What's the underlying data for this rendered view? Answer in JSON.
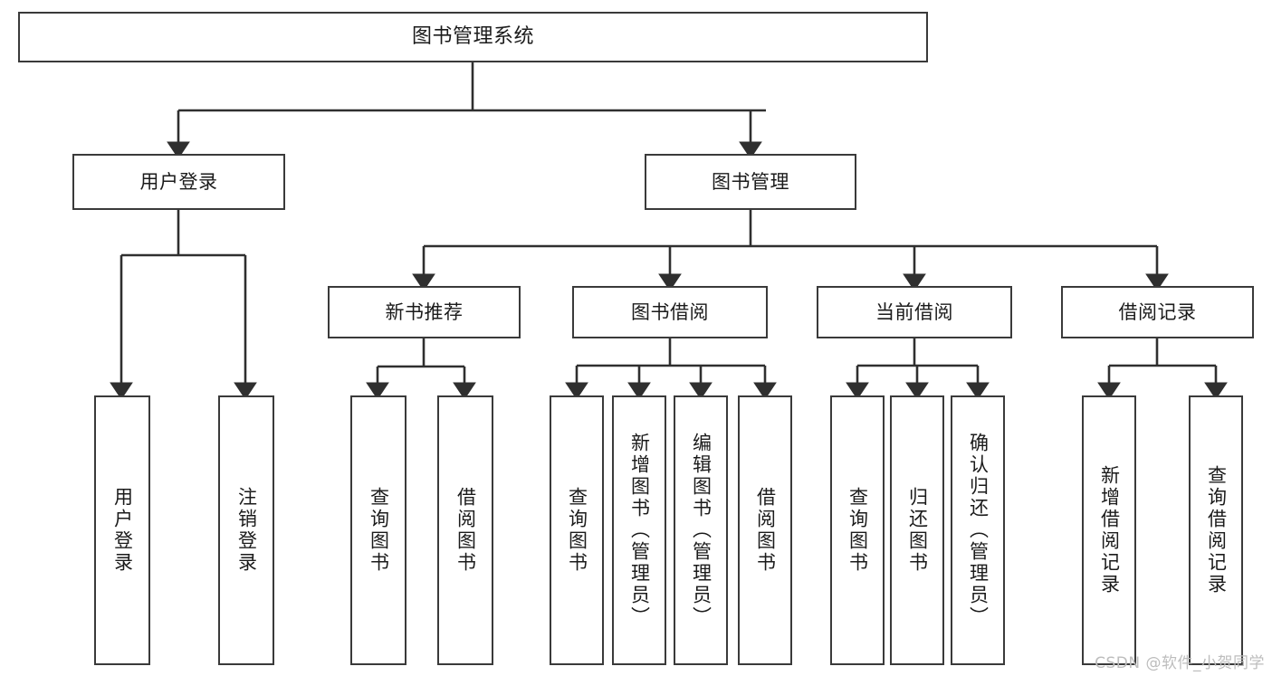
{
  "diagram": {
    "type": "tree",
    "title": "图书管理系统",
    "colors": {
      "box_border": "#3a3a3a",
      "box_fill": "#ffffff",
      "connector": "#2f2f2f",
      "text": "#1b1b1b",
      "watermark": "#bdbdbd",
      "background": "#ffffff"
    },
    "levels": {
      "root": "图书管理系统",
      "level2": [
        "用户登录",
        "图书管理"
      ],
      "level3": [
        "新书推荐",
        "图书借阅",
        "当前借阅",
        "借阅记录"
      ],
      "leaves": [
        "用户登录",
        "注销登录",
        "查询图书",
        "借阅图书",
        "查询图书",
        "新增图书（管理员）",
        "编辑图书（管理员）",
        "借阅图书",
        "查询图书",
        "归还图书",
        "确认归还（管理员）",
        "新增借阅记录",
        "查询借阅记录"
      ]
    },
    "nodes": {
      "root": {
        "label": "图书管理系统"
      },
      "user_login": {
        "label": "用户登录"
      },
      "book_mgmt": {
        "label": "图书管理"
      },
      "new_book_rec": {
        "label": "新书推荐"
      },
      "book_borrow": {
        "label": "图书借阅"
      },
      "current_borrow": {
        "label": "当前借阅"
      },
      "borrow_record": {
        "label": "借阅记录"
      },
      "leaf_user_login": {
        "label": "用户登录"
      },
      "leaf_logout": {
        "label": "注销登录"
      },
      "leaf_query_book_1": {
        "label": "查询图书"
      },
      "leaf_borrow_book_1": {
        "label": "借阅图书"
      },
      "leaf_query_book_2": {
        "label": "查询图书"
      },
      "leaf_add_book": {
        "label": "新增图书（管理员）"
      },
      "leaf_edit_book": {
        "label": "编辑图书（管理员）"
      },
      "leaf_borrow_book_2": {
        "label": "借阅图书"
      },
      "leaf_query_book_3": {
        "label": "查询图书"
      },
      "leaf_return_book": {
        "label": "归还图书"
      },
      "leaf_confirm_return": {
        "label": "确认归还（管理员）"
      },
      "leaf_add_record": {
        "label": "新增借阅记录"
      },
      "leaf_query_record": {
        "label": "查询借阅记录"
      }
    },
    "edges": [
      {
        "from": "root",
        "to": "user_login"
      },
      {
        "from": "root",
        "to": "book_mgmt"
      },
      {
        "from": "user_login",
        "to": "leaf_user_login"
      },
      {
        "from": "user_login",
        "to": "leaf_logout"
      },
      {
        "from": "book_mgmt",
        "to": "new_book_rec"
      },
      {
        "from": "book_mgmt",
        "to": "book_borrow"
      },
      {
        "from": "book_mgmt",
        "to": "current_borrow"
      },
      {
        "from": "book_mgmt",
        "to": "borrow_record"
      },
      {
        "from": "new_book_rec",
        "to": "leaf_query_book_1"
      },
      {
        "from": "new_book_rec",
        "to": "leaf_borrow_book_1"
      },
      {
        "from": "book_borrow",
        "to": "leaf_query_book_2"
      },
      {
        "from": "book_borrow",
        "to": "leaf_add_book"
      },
      {
        "from": "book_borrow",
        "to": "leaf_edit_book"
      },
      {
        "from": "book_borrow",
        "to": "leaf_borrow_book_2"
      },
      {
        "from": "current_borrow",
        "to": "leaf_query_book_3"
      },
      {
        "from": "current_borrow",
        "to": "leaf_return_book"
      },
      {
        "from": "current_borrow",
        "to": "leaf_confirm_return"
      },
      {
        "from": "borrow_record",
        "to": "leaf_add_record"
      },
      {
        "from": "borrow_record",
        "to": "leaf_query_record"
      }
    ]
  },
  "watermark": {
    "text": "CSDN @软件_小贺同学"
  }
}
